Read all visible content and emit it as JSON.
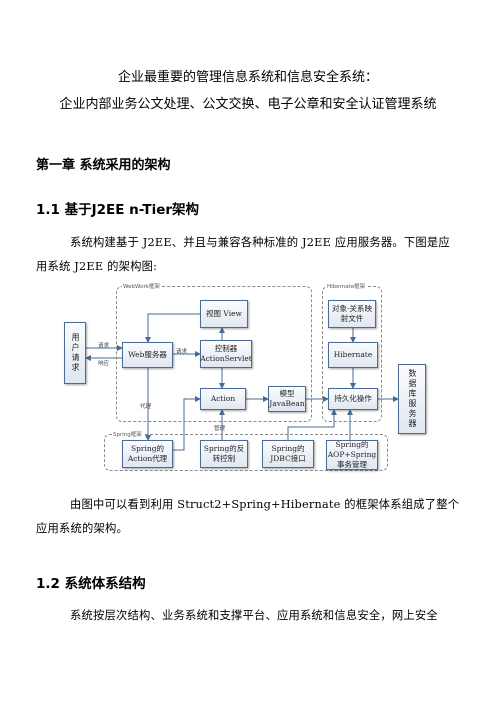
{
  "title": {
    "line1": "企业最重要的管理信息系统和信息安全系统：",
    "line2": "企业内部业务公文处理、公文交换、电子公章和安全认证管理系统"
  },
  "chapter1": {
    "heading": "第一章  系统采用的架构",
    "section1": {
      "heading": "1.1 基于J2EE n-Tier架构",
      "intro": "系统构建基于 J2EE、并且与兼容各种标准的 J2EE 应用服务器。下图是应用系统 J2EE 的架构图:",
      "after": "由图中可以看到利用 Struct2+Spring+Hibernate 的框架体系组成了整个应用系统的架构。"
    },
    "section2": {
      "heading": "1.2 系统体系结构",
      "intro": "系统按层次结构、业务系统和支撑平台、应用系统和信息安全，网上安全"
    }
  },
  "diagram": {
    "regions": {
      "webwork": "WebWork框架",
      "hibernate": "Hibernate框架",
      "spring": "Spring框架"
    },
    "boxes": {
      "user": "用户请求",
      "web_server": "Web服务器",
      "view": "视图 View",
      "controller": "控制器 ActionServlet",
      "action": "Action",
      "model": "模型 JavaBean",
      "mapping": "对象-关系映射文件",
      "hibernate": "Hibernate",
      "persist": "持久化操作",
      "db": "数据库服务器",
      "spring_action": "Spring的Action代理",
      "spring_ioc": "Spring的反转控制",
      "spring_jdbc": "Spring的JDBC接口",
      "spring_aop": "Spring的AOP+Spring事务管理"
    },
    "edges": {
      "request": "请求",
      "response": "响应",
      "req2": "请求",
      "proxy": "代理",
      "manage": "管理"
    }
  }
}
